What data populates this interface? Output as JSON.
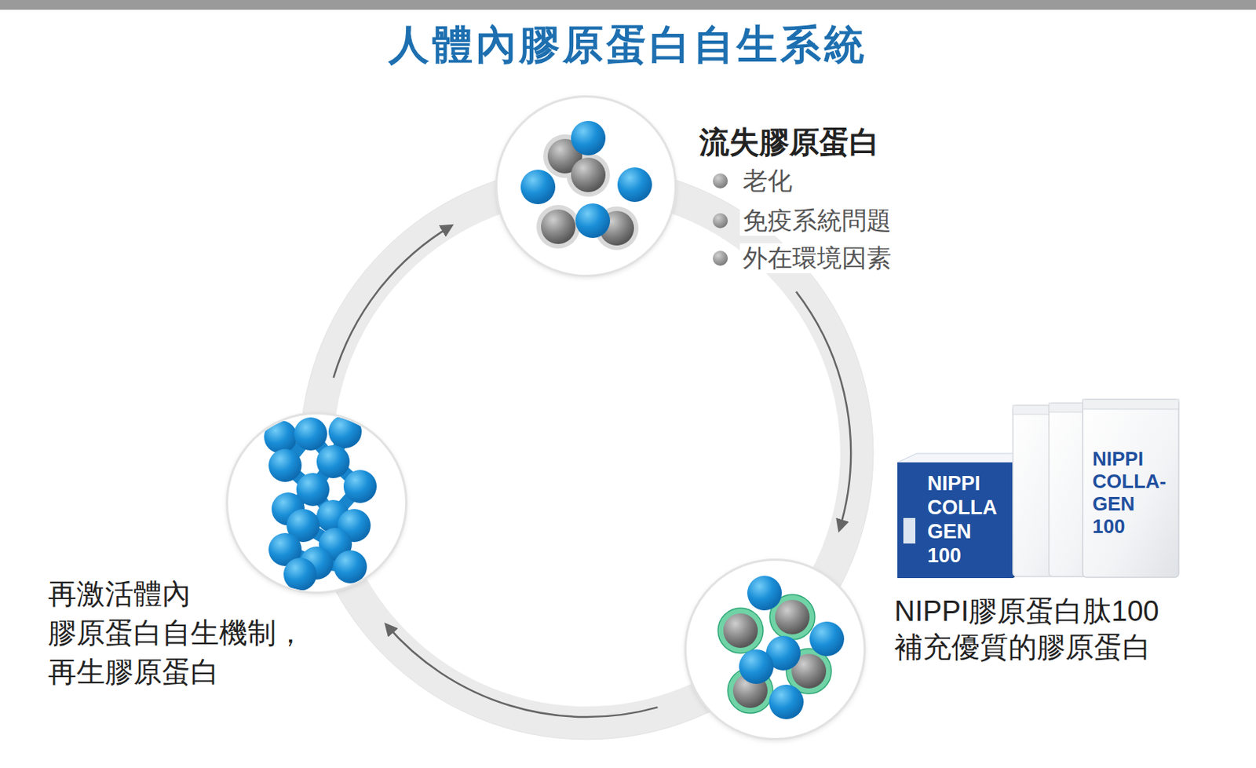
{
  "diagram": {
    "title": "人體內膠原蛋白自生系統",
    "nodes": [
      {
        "text": [
          "流失膠原蛋白",
          "老化",
          "免疫系統問題",
          "外在環境因素"
        ]
      },
      {
        "text": [
          "NIPPI膠原蛋白肽100 補充優質的膠原蛋白"
        ]
      },
      {
        "text": [
          "再激活體內 膠原蛋白自生機制， 再生膠原蛋白"
        ]
      }
    ],
    "edges": [
      {
        "from": 0,
        "to": 1,
        "arrow": "to"
      },
      {
        "from": 1,
        "to": 2,
        "arrow": "to"
      },
      {
        "from": 2,
        "to": 0,
        "arrow": "to"
      }
    ],
    "labels": [
      "NIPPI COLLA GEN 100",
      "NIPPI COLLA- GEN 100"
    ]
  }
}
